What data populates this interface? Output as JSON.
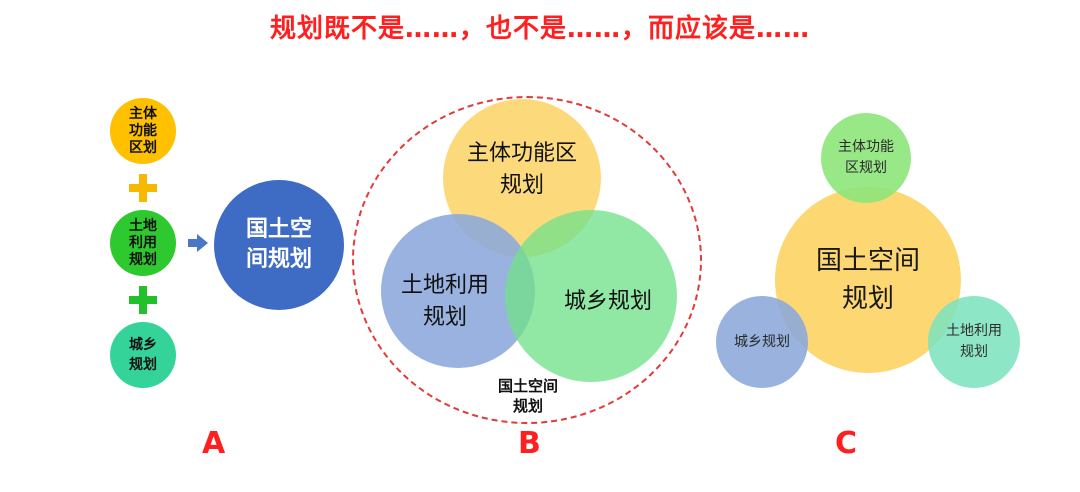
{
  "title": "规划既不是……，也不是……，而应该是……",
  "panel_a": {
    "inputs": [
      "主体\n功能\n区划",
      "土地\n利用\n规划",
      "城乡\n规划"
    ],
    "result": "国土空\n间规划",
    "section_label": "A"
  },
  "panel_b": {
    "circle_top": "主体功能区\n规划",
    "circle_left": "土地利用\n规划",
    "circle_right": "城乡规划",
    "outer_label": "国土空间\n规划",
    "section_label": "B"
  },
  "panel_c": {
    "center": "国土空间\n规划",
    "top": "主体功能\n区规划",
    "left": "城乡规划",
    "right": "土地利用\n规划",
    "section_label": "C"
  },
  "colors": {
    "title_red": "#ff1f1f",
    "yellow": "#ffc000",
    "green": "#2ec92e",
    "teal_green": "#34d399",
    "navy": "#3e6bc4",
    "venn_yellow": "#fcd66e",
    "venn_blue": "#8eaadb",
    "venn_green": "#72e08a"
  }
}
